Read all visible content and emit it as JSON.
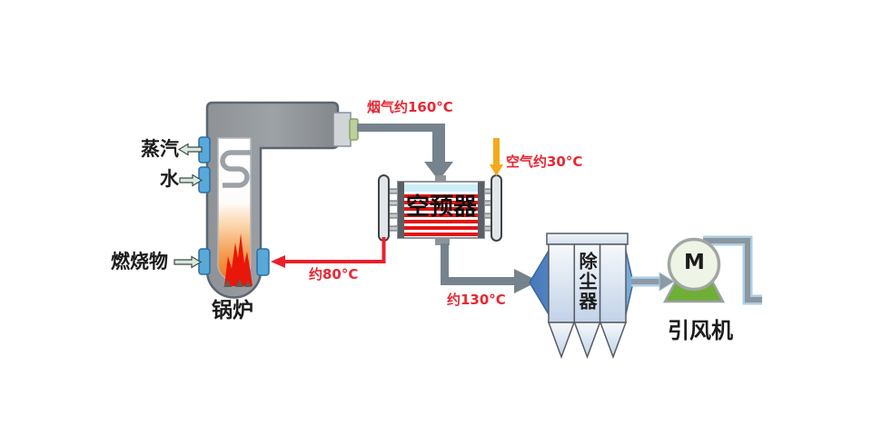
{
  "boiler": {
    "label": "锅炉",
    "outputs": {
      "steam": "蒸汽"
    },
    "inputs": {
      "water": "水",
      "fuel": "燃烧物"
    }
  },
  "preheater": {
    "label": "空预器"
  },
  "dust_collector": {
    "label": "除尘器"
  },
  "fan": {
    "label": "引风机",
    "motor_label": "M"
  },
  "flows": {
    "flue_gas_out": "烟气约160°C",
    "cold_air_in": "空气约30°C",
    "hot_air_return": "约80°C",
    "flue_gas_to_collector": "约130°C"
  },
  "colors": {
    "temperature_text": "#e82733",
    "hot_air_line": "#e8202a",
    "cold_air_arrow": "#f3aa1d",
    "flue_pipe": "#76838d",
    "boiler_shell": "#94999e",
    "port_blue": "#58a8d8",
    "preheater_tube_red": "#e31414",
    "preheater_air_band": "#cdeef8",
    "collector_blue": "#4679bc",
    "fan_base_green": "#6fae37",
    "flame_red": "#e8170a"
  }
}
